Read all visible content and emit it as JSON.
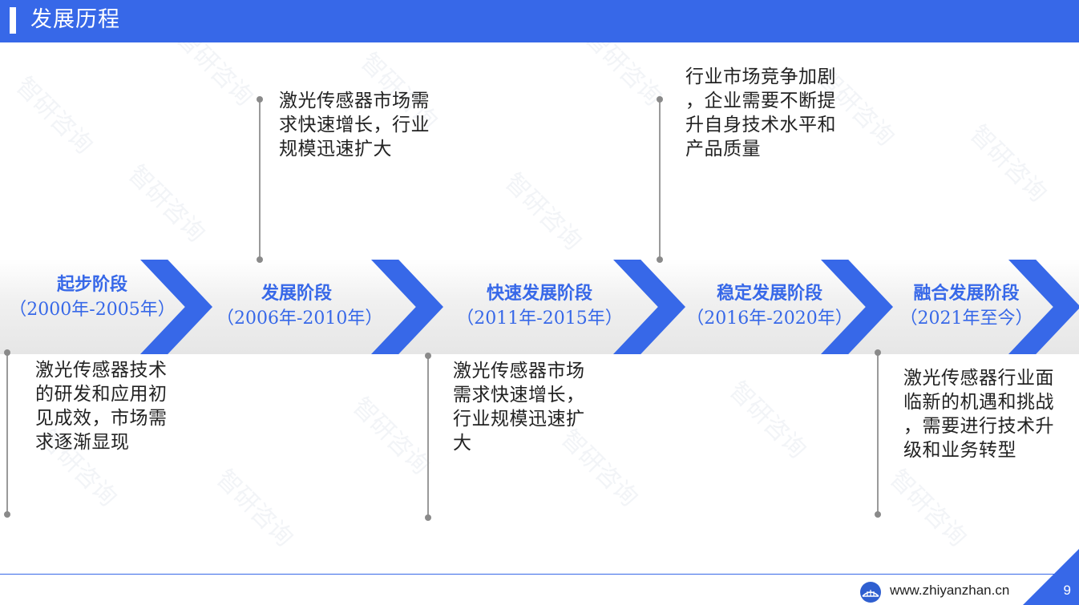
{
  "header": {
    "title": "发展历程"
  },
  "stages": [
    {
      "name": "起步阶段",
      "period": "（2000年-2005年）"
    },
    {
      "name": "发展阶段",
      "period": "（2006年-2010年）"
    },
    {
      "name": "快速发展阶段",
      "period": "（2011年-2015年）"
    },
    {
      "name": "稳定发展阶段",
      "period": "（2016年-2020年）"
    },
    {
      "name": "融合发展阶段",
      "period": "（2021年至今）"
    }
  ],
  "descriptions": {
    "stage1": [
      "激光传感器技术",
      "的研发和应用初",
      "见成效，市场需",
      "求逐渐显现"
    ],
    "stage2": [
      "激光传感器市场需",
      "求快速增长，行业",
      "规模迅速扩大"
    ],
    "stage3": [
      "激光传感器市场",
      "需求快速增长，",
      "行业规模迅速扩",
      "大"
    ],
    "stage4": [
      "行业市场竞争加剧",
      "，企业需要不断提",
      "升自身技术水平和",
      "产品质量"
    ],
    "stage5": [
      "激光传感器行业面",
      "临新的机遇和挑战",
      "，需要进行技术升",
      "级和业务转型"
    ]
  },
  "watermark": "智研咨询",
  "footer": {
    "url": "www.zhiyanzhan.cn",
    "page": "9"
  },
  "colors": {
    "accent": "#3768e8",
    "text": "#222222"
  },
  "icons": {
    "logo": "bridge-logo-icon"
  }
}
